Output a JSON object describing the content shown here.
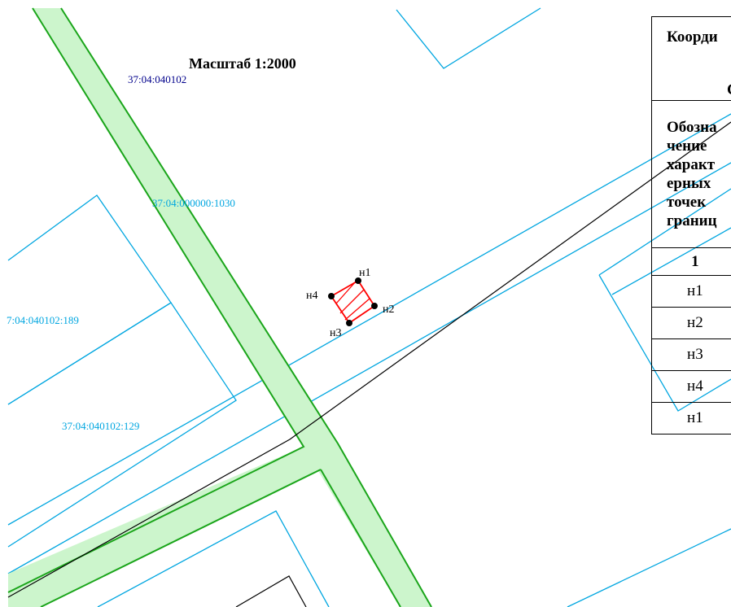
{
  "map": {
    "scale": "Масштаб 1:2000",
    "cadastral_quarter": "37:04:040102",
    "parcels": [
      {
        "id": "road",
        "label": "37:04:000000:1030"
      },
      {
        "id": "left_parcel",
        "label": "7:04:040102:189"
      },
      {
        "id": "lower_parcel",
        "label": "37:04:040102:129"
      }
    ],
    "points": [
      "н1",
      "н2",
      "н3",
      "н4"
    ]
  },
  "colors": {
    "cadastral_boundary": "#00a6e0",
    "quarter_label": "#00008b",
    "road_fill": "#ccf5cc",
    "road_border": "#1aa51a",
    "parcel_outline": "#ff0000",
    "survey_line": "#000000"
  },
  "table": {
    "title_line1": "Коорди",
    "title_line2": "С",
    "column_header": [
      "Обозна",
      "чение",
      "характ",
      "ерных",
      "точек",
      "границ"
    ],
    "column_number": "1",
    "rows": [
      "н1",
      "н2",
      "н3",
      "н4",
      "н1"
    ]
  }
}
